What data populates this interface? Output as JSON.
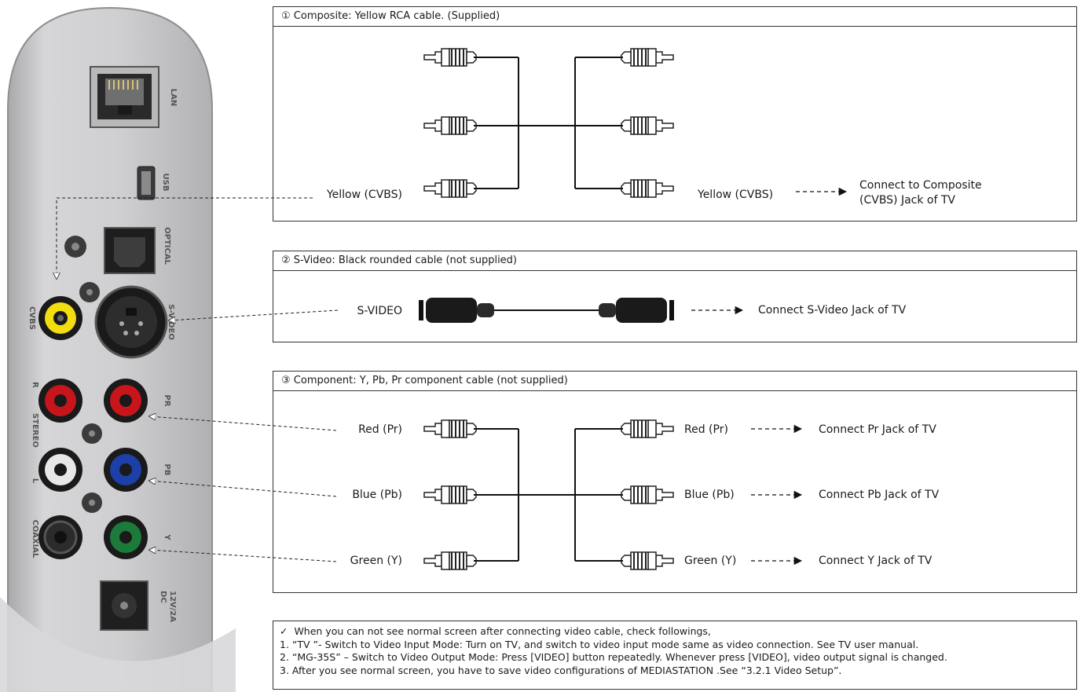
{
  "device": {
    "jack_labels": [
      "LAN",
      "USB",
      "OPTICAL",
      "CVBS",
      "S-VIDEO",
      "PR",
      "PB",
      "Y",
      "R",
      "STEREO",
      "L",
      "COAXIAL",
      "DC",
      "12V/2A"
    ]
  },
  "sections": [
    {
      "title": "① Composite: Yellow RCA cable. (Supplied)",
      "left_label": "Yellow (CVBS)",
      "rows": [
        {
          "right_label": "Yellow (CVBS)",
          "target": "Connect to Composite\n(CVBS) Jack of TV"
        }
      ]
    },
    {
      "title": "② S-Video: Black rounded cable (not supplied)",
      "left_label": "S-VIDEO",
      "target": "Connect S-Video Jack of TV"
    },
    {
      "title": "③ Component: Y, Pb, Pr component cable (not supplied)",
      "rows": [
        {
          "left_label": "Red (Pr)",
          "right_label": "Red (Pr)",
          "target": "Connect Pr Jack of TV"
        },
        {
          "left_label": "Blue (Pb)",
          "right_label": "Blue (Pb)",
          "target": "Connect Pb Jack of TV"
        },
        {
          "left_label": "Green (Y)",
          "right_label": "Green (Y)",
          "target": "Connect Y Jack of TV"
        }
      ]
    }
  ],
  "notes": {
    "check": "✓",
    "intro": "When you can not see normal screen after connecting video cable, check followings,",
    "items": [
      "1.  “TV ”- Switch to Video Input Mode: Turn on TV, and switch to video input mode same as video connection. See TV user manual.",
      "2.  “MG-35S” – Switch to Video Output Mode: Press [VIDEO] button repeatedly. Whenever press [VIDEO], video output signal is changed.",
      "3.  After you see normal screen, you have to save video configurations of MEDIASTATION .See “3.2.1 Video Setup”."
    ]
  },
  "colors": {
    "panel_silver": "#c9c9cb",
    "rca_red": "#c8151b",
    "rca_white": "#e8e8e8",
    "rca_blue": "#1d3fa8",
    "rca_green": "#1c7a3a",
    "rca_yellow": "#f2dd10"
  }
}
